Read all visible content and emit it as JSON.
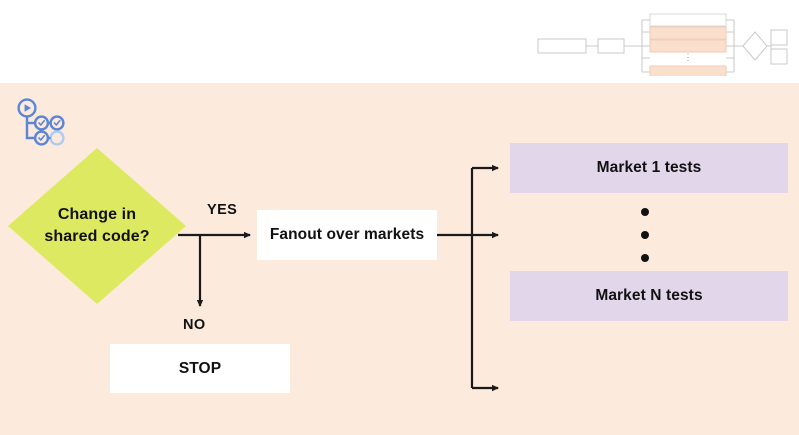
{
  "slide": {
    "background_color": "#ffffff",
    "canvas_color": "#fceadd"
  },
  "header": {
    "thumbnail": {
      "name": "pipeline-diagram-thumbnail",
      "description": "Miniature pipeline diagram preview",
      "box_fill_plain": "#ffffff",
      "box_fill_accent": "#fbdfcd",
      "stroke_color": "#c9c9c9",
      "ellipsis_glyph": "⋮"
    }
  },
  "logo": {
    "name": "pipeline-nodes-logo",
    "color": "#5b85d6",
    "play_glyph": "▶",
    "check_glyph": "✓"
  },
  "diagram": {
    "decision": {
      "label": "Change in\nshared code?",
      "line1": "Change in",
      "line2": "shared code?",
      "fill": "#dde961"
    },
    "edges": {
      "yes_label": "YES",
      "no_label": "NO",
      "stroke": "#1a1a1a"
    },
    "fanout": {
      "label": "Fanout over markets",
      "fill": "#ffffff"
    },
    "stop": {
      "label": "STOP",
      "fill": "#ffffff"
    },
    "markets": {
      "fill": "#e2d6ea",
      "first_label": "Market 1 tests",
      "last_label": "Market N tests",
      "ellipsis_dot_count": 3
    }
  }
}
